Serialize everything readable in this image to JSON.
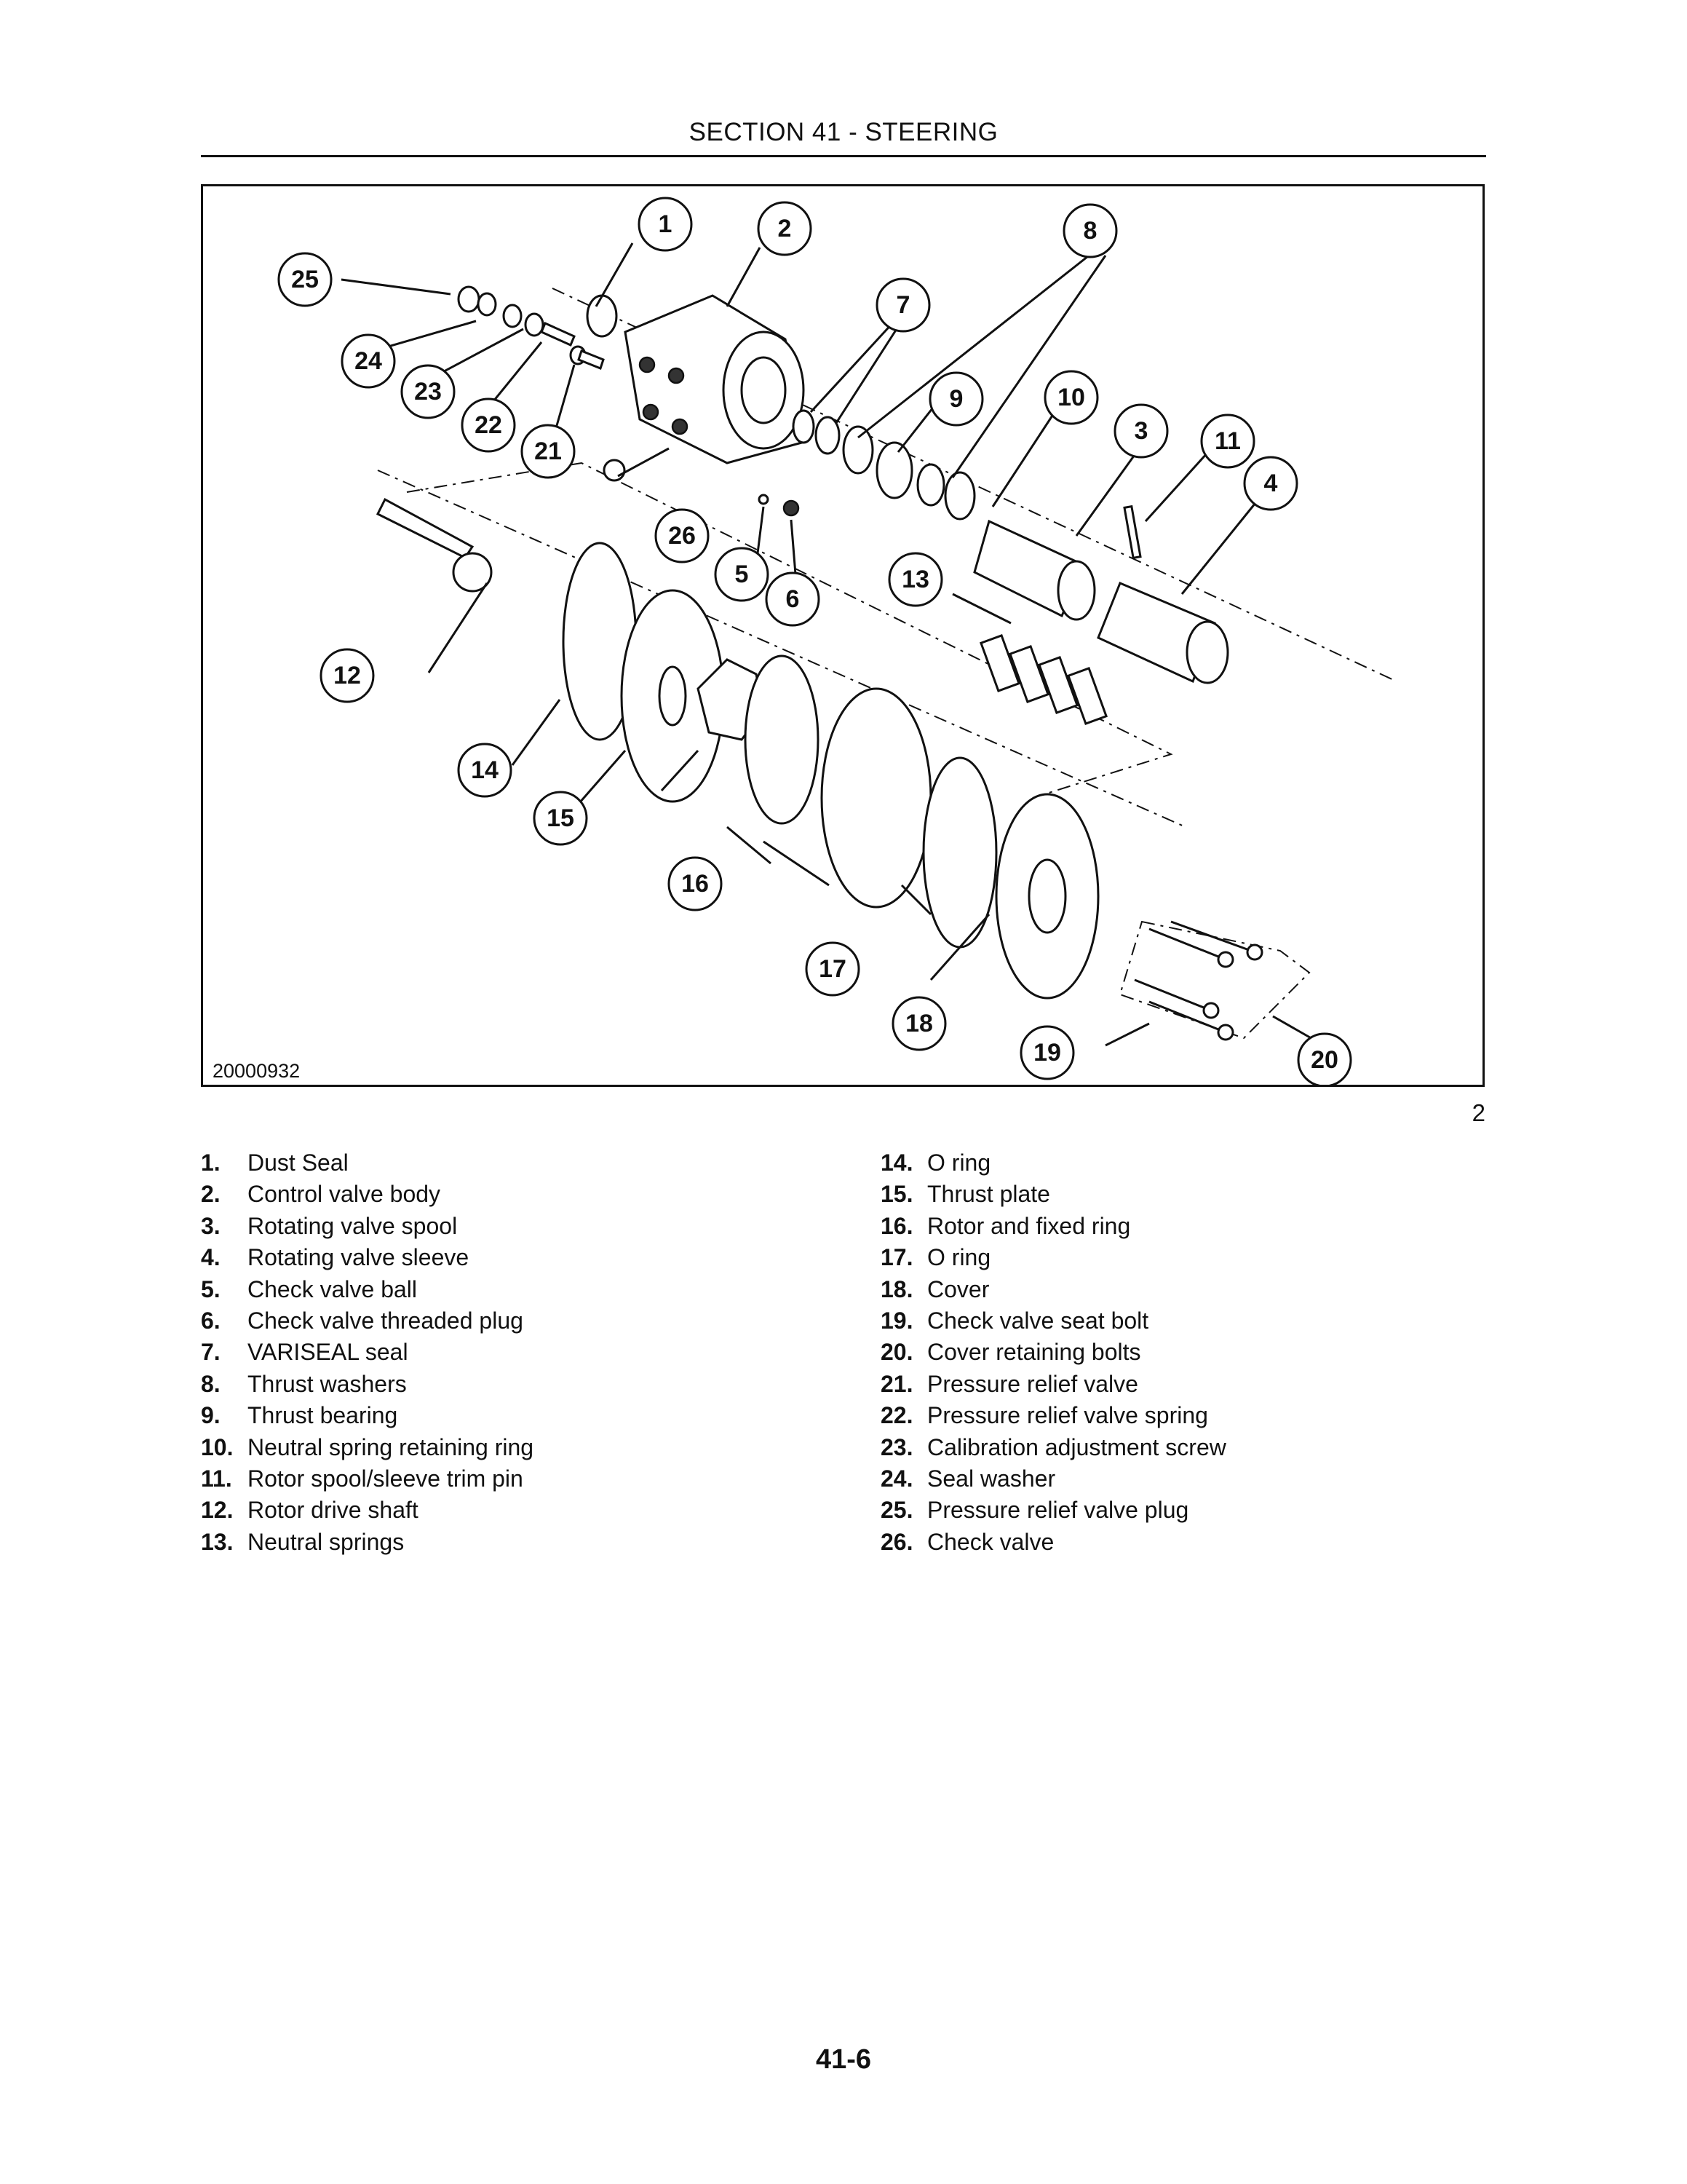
{
  "header": {
    "section_title": "SECTION 41 - STEERING"
  },
  "figure": {
    "id": "20000932",
    "number": "2",
    "callouts": [
      "1",
      "2",
      "3",
      "4",
      "5",
      "6",
      "7",
      "8",
      "9",
      "10",
      "11",
      "12",
      "13",
      "14",
      "15",
      "16",
      "17",
      "18",
      "19",
      "20",
      "21",
      "22",
      "23",
      "24",
      "25",
      "26"
    ]
  },
  "legend": {
    "left": [
      {
        "num": "1.",
        "label": "Dust Seal"
      },
      {
        "num": "2.",
        "label": "Control valve body"
      },
      {
        "num": "3.",
        "label": "Rotating valve spool"
      },
      {
        "num": "4.",
        "label": "Rotating valve sleeve"
      },
      {
        "num": "5.",
        "label": "Check valve ball"
      },
      {
        "num": "6.",
        "label": "Check valve threaded plug"
      },
      {
        "num": "7.",
        "label": "VARISEAL seal"
      },
      {
        "num": "8.",
        "label": "Thrust washers"
      },
      {
        "num": "9.",
        "label": "Thrust bearing"
      },
      {
        "num": "10.",
        "label": "Neutral spring retaining ring"
      },
      {
        "num": "11.",
        "label": "Rotor spool/sleeve trim pin"
      },
      {
        "num": "12.",
        "label": "Rotor drive shaft"
      },
      {
        "num": "13.",
        "label": "Neutral springs"
      }
    ],
    "right": [
      {
        "num": "14.",
        "label": "O ring"
      },
      {
        "num": "15.",
        "label": "Thrust plate"
      },
      {
        "num": "16.",
        "label": "Rotor and fixed ring"
      },
      {
        "num": "17.",
        "label": "O ring"
      },
      {
        "num": "18.",
        "label": "Cover"
      },
      {
        "num": "19.",
        "label": "Check valve seat bolt"
      },
      {
        "num": "20.",
        "label": "Cover retaining bolts"
      },
      {
        "num": "21.",
        "label": "Pressure relief valve"
      },
      {
        "num": "22.",
        "label": "Pressure relief valve spring"
      },
      {
        "num": "23.",
        "label": "Calibration adjustment screw"
      },
      {
        "num": "24.",
        "label": "Seal washer"
      },
      {
        "num": "25.",
        "label": "Pressure relief valve plug"
      },
      {
        "num": "26.",
        "label": "Check valve"
      }
    ]
  },
  "footer": {
    "page_number": "41-6"
  }
}
